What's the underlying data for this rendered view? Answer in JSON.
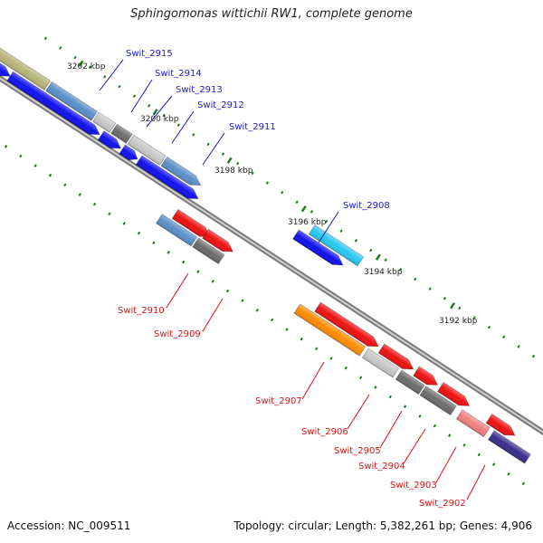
{
  "header": {
    "title": "Sphingomonas wittichii RW1, complete genome"
  },
  "footer": {
    "accession": "Accession: NC_009511",
    "summary": "Topology: circular; Length: 5,382,261 bp; Genes: 4,906"
  },
  "scale_labels": [
    "3202 kbp",
    "3200 kbp",
    "3198 kbp",
    "3196 kbp",
    "3194 kbp",
    "3192 kbp"
  ],
  "colors": {
    "backbone": "#8a8a8a",
    "tick": "#1e7a1e",
    "forward_label": "#1a1acc",
    "reverse_label": "#dd1111",
    "blue_gene": "#1111ee",
    "red_gene": "#ee1111"
  },
  "gene_labels": {
    "forward": [
      "Swit_2915",
      "Swit_2914",
      "Swit_2913",
      "Swit_2912",
      "Swit_2911",
      "Swit_2908"
    ],
    "reverse": [
      "Swit_2910",
      "Swit_2909",
      "Swit_2907",
      "Swit_2906",
      "Swit_2905",
      "Swit_2904",
      "Swit_2903",
      "Swit_2902"
    ]
  }
}
